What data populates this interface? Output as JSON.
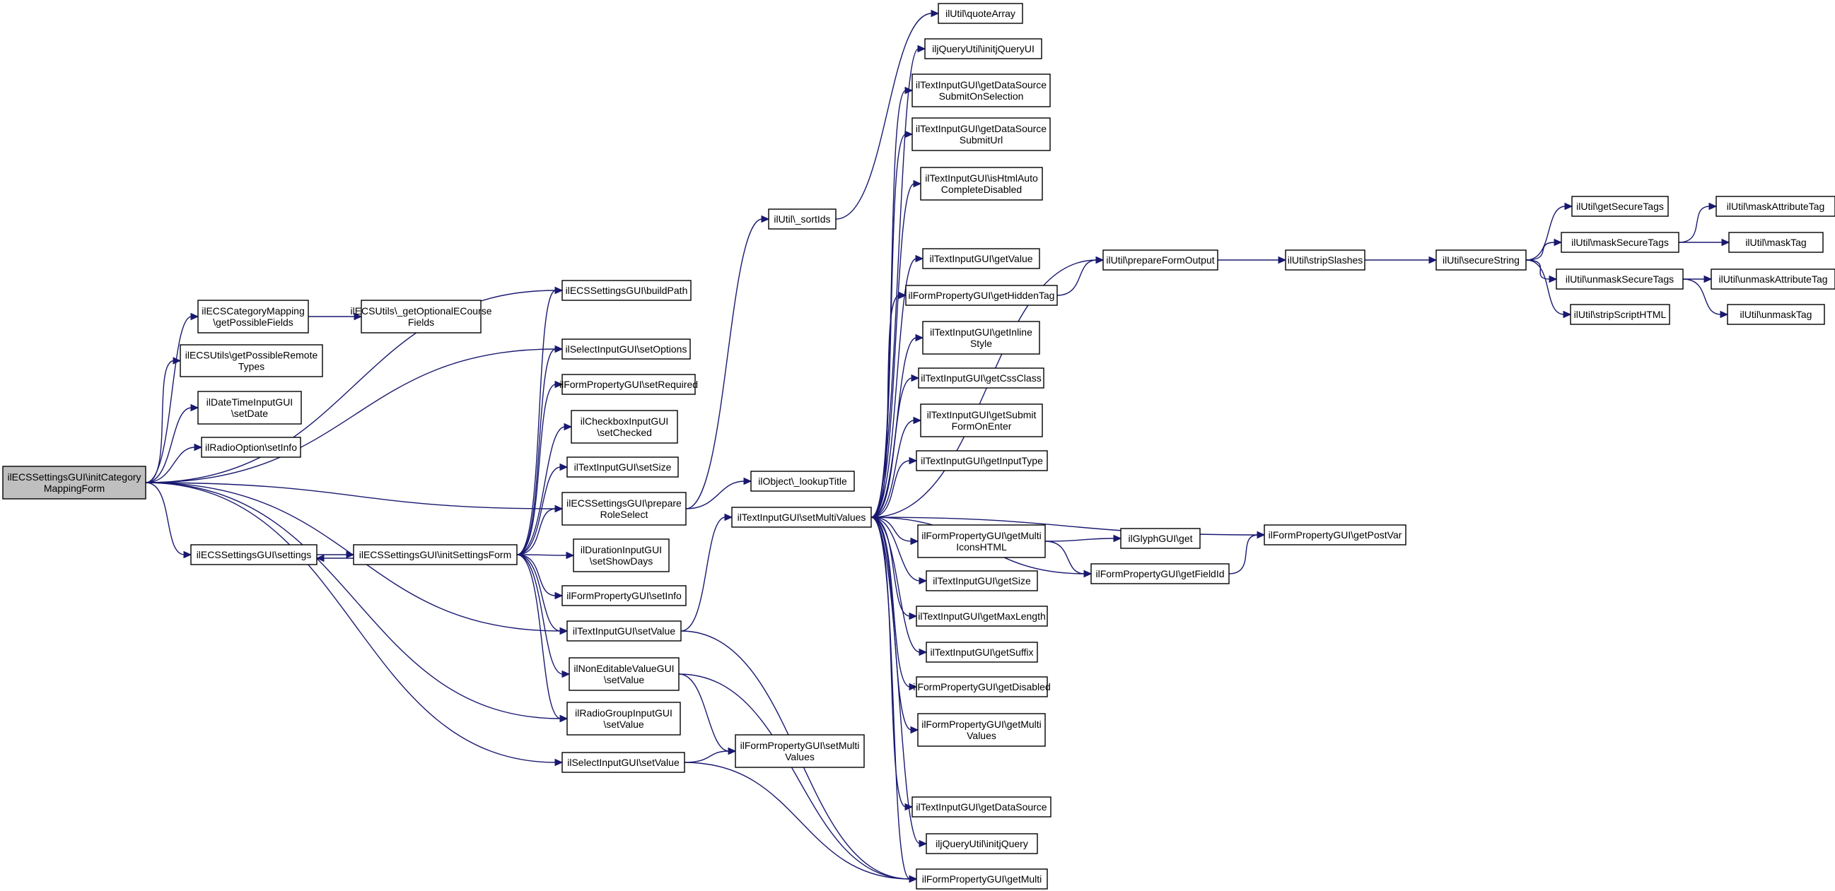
{
  "colors": {
    "edge": "#191970",
    "node_border": "#000000",
    "root_fill": "#bfbfbf",
    "node_fill": "#ffffff"
  },
  "nodes": [
    {
      "id": "root",
      "lines": [
        "ilECSSettingsGUI\\initCategory",
        "MappingForm"
      ],
      "root": true
    },
    {
      "id": "catMap",
      "lines": [
        "ilECSCategoryMapping",
        "\\getPossibleFields"
      ]
    },
    {
      "id": "getOptECourse",
      "lines": [
        "ilECSUtils\\_getOptionalECourse",
        "Fields"
      ]
    },
    {
      "id": "possRemote",
      "lines": [
        "ilECSUtils\\getPossibleRemote",
        "Types"
      ]
    },
    {
      "id": "dtSetDate",
      "lines": [
        "ilDateTimeInputGUI",
        "\\setDate"
      ]
    },
    {
      "id": "radioInfo",
      "lines": [
        "ilRadioOption\\setInfo"
      ]
    },
    {
      "id": "settings",
      "lines": [
        "ilECSSettingsGUI\\settings"
      ]
    },
    {
      "id": "initSettings",
      "lines": [
        "ilECSSettingsGUI\\initSettingsForm"
      ]
    },
    {
      "id": "selSetValue",
      "lines": [
        "ilSelectInputGUI\\setValue"
      ]
    },
    {
      "id": "buildPath",
      "lines": [
        "ilECSSettingsGUI\\buildPath"
      ]
    },
    {
      "id": "selSetOptions",
      "lines": [
        "ilSelectInputGUI\\setOptions"
      ]
    },
    {
      "id": "fpSetRequired",
      "lines": [
        "ilFormPropertyGUI\\setRequired"
      ]
    },
    {
      "id": "cbSetChecked",
      "lines": [
        "ilCheckboxInputGUI",
        "\\setChecked"
      ]
    },
    {
      "id": "tiSetSize",
      "lines": [
        "ilTextInputGUI\\setSize"
      ]
    },
    {
      "id": "prepRole",
      "lines": [
        "ilECSSettingsGUI\\prepare",
        "RoleSelect"
      ]
    },
    {
      "id": "durShowDays",
      "lines": [
        "ilDurationInputGUI",
        "\\setShowDays"
      ]
    },
    {
      "id": "fpSetInfo",
      "lines": [
        "ilFormPropertyGUI\\setInfo"
      ]
    },
    {
      "id": "tiSetValue",
      "lines": [
        "ilTextInputGUI\\setValue"
      ]
    },
    {
      "id": "neSetValue",
      "lines": [
        "ilNonEditableValueGUI",
        "\\setValue"
      ]
    },
    {
      "id": "rgSetValue",
      "lines": [
        "ilRadioGroupInputGUI",
        "\\setValue"
      ]
    },
    {
      "id": "sortIds",
      "lines": [
        "ilUtil\\_sortIds"
      ]
    },
    {
      "id": "lookupTitle",
      "lines": [
        "ilObject\\_lookupTitle"
      ]
    },
    {
      "id": "tiSetMulti",
      "lines": [
        "ilTextInputGUI\\setMultiValues"
      ]
    },
    {
      "id": "fpSetMulti",
      "lines": [
        "ilFormPropertyGUI\\setMulti",
        "Values"
      ]
    },
    {
      "id": "quoteArray",
      "lines": [
        "ilUtil\\quoteArray"
      ]
    },
    {
      "id": "initjQueryUI",
      "lines": [
        "iljQueryUtil\\initjQueryUI"
      ]
    },
    {
      "id": "dsSubmitSel",
      "lines": [
        "ilTextInputGUI\\getDataSource",
        "SubmitOnSelection"
      ]
    },
    {
      "id": "dsSubmitUrl",
      "lines": [
        "ilTextInputGUI\\getDataSource",
        "SubmitUrl"
      ]
    },
    {
      "id": "isHtmlAuto",
      "lines": [
        "ilTextInputGUI\\isHtmlAuto",
        "CompleteDisabled"
      ]
    },
    {
      "id": "getValue",
      "lines": [
        "ilTextInputGUI\\getValue"
      ]
    },
    {
      "id": "getHiddenTag",
      "lines": [
        "ilFormPropertyGUI\\getHiddenTag"
      ]
    },
    {
      "id": "getInlineStyle",
      "lines": [
        "ilTextInputGUI\\getInline",
        "Style"
      ]
    },
    {
      "id": "getCssClass",
      "lines": [
        "ilTextInputGUI\\getCssClass"
      ]
    },
    {
      "id": "getSubmitEnter",
      "lines": [
        "ilTextInputGUI\\getSubmit",
        "FormOnEnter"
      ]
    },
    {
      "id": "getInputType",
      "lines": [
        "ilTextInputGUI\\getInputType"
      ]
    },
    {
      "id": "getMultiIcons",
      "lines": [
        "ilFormPropertyGUI\\getMulti",
        "IconsHTML"
      ]
    },
    {
      "id": "getSize",
      "lines": [
        "ilTextInputGUI\\getSize"
      ]
    },
    {
      "id": "getMaxLength",
      "lines": [
        "ilTextInputGUI\\getMaxLength"
      ]
    },
    {
      "id": "getSuffix",
      "lines": [
        "ilTextInputGUI\\getSuffix"
      ]
    },
    {
      "id": "getDisabled",
      "lines": [
        "ilFormPropertyGUI\\getDisabled"
      ]
    },
    {
      "id": "getMultiValues",
      "lines": [
        "ilFormPropertyGUI\\getMulti",
        "Values"
      ]
    },
    {
      "id": "getDataSource",
      "lines": [
        "ilTextInputGUI\\getDataSource"
      ]
    },
    {
      "id": "initjQuery",
      "lines": [
        "iljQueryUtil\\initjQuery"
      ]
    },
    {
      "id": "getMulti",
      "lines": [
        "ilFormPropertyGUI\\getMulti"
      ]
    },
    {
      "id": "prepFormOut",
      "lines": [
        "ilUtil\\prepareFormOutput"
      ]
    },
    {
      "id": "glyphGet",
      "lines": [
        "ilGlyphGUI\\get"
      ]
    },
    {
      "id": "getFieldId",
      "lines": [
        "ilFormPropertyGUI\\getFieldId"
      ]
    },
    {
      "id": "getPostVar",
      "lines": [
        "ilFormPropertyGUI\\getPostVar"
      ]
    },
    {
      "id": "stripSlashes",
      "lines": [
        "ilUtil\\stripSlashes"
      ]
    },
    {
      "id": "secureString",
      "lines": [
        "ilUtil\\secureString"
      ]
    },
    {
      "id": "getSecureTags",
      "lines": [
        "ilUtil\\getSecureTags"
      ]
    },
    {
      "id": "maskSecureTags",
      "lines": [
        "ilUtil\\maskSecureTags"
      ]
    },
    {
      "id": "unmaskSecureTags",
      "lines": [
        "ilUtil\\unmaskSecureTags"
      ]
    },
    {
      "id": "stripScript",
      "lines": [
        "ilUtil\\stripScriptHTML"
      ]
    },
    {
      "id": "maskAttrTag",
      "lines": [
        "ilUtil\\maskAttributeTag"
      ]
    },
    {
      "id": "maskTag",
      "lines": [
        "ilUtil\\maskTag"
      ]
    },
    {
      "id": "unmaskAttrTag",
      "lines": [
        "ilUtil\\unmaskAttributeTag"
      ]
    },
    {
      "id": "unmaskTag",
      "lines": [
        "ilUtil\\unmaskTag"
      ]
    }
  ],
  "edges": [
    [
      "root",
      "buildPath"
    ],
    [
      "root",
      "catMap"
    ],
    [
      "root",
      "possRemote"
    ],
    [
      "root",
      "dtSetDate"
    ],
    [
      "root",
      "radioInfo"
    ],
    [
      "root",
      "selSetOptions"
    ],
    [
      "root",
      "prepRole"
    ],
    [
      "root",
      "settings"
    ],
    [
      "root",
      "tiSetValue"
    ],
    [
      "root",
      "rgSetValue"
    ],
    [
      "root",
      "selSetValue"
    ],
    [
      "catMap",
      "getOptECourse"
    ],
    [
      "settings",
      "initSettings"
    ],
    [
      "initSettings",
      "settings"
    ],
    [
      "initSettings",
      "buildPath"
    ],
    [
      "initSettings",
      "selSetOptions"
    ],
    [
      "initSettings",
      "fpSetRequired"
    ],
    [
      "initSettings",
      "cbSetChecked"
    ],
    [
      "initSettings",
      "tiSetSize"
    ],
    [
      "initSettings",
      "prepRole"
    ],
    [
      "initSettings",
      "durShowDays"
    ],
    [
      "initSettings",
      "fpSetInfo"
    ],
    [
      "initSettings",
      "tiSetValue"
    ],
    [
      "initSettings",
      "neSetValue"
    ],
    [
      "initSettings",
      "rgSetValue"
    ],
    [
      "prepRole",
      "sortIds"
    ],
    [
      "prepRole",
      "lookupTitle"
    ],
    [
      "sortIds",
      "quoteArray"
    ],
    [
      "tiSetValue",
      "tiSetMulti"
    ],
    [
      "tiSetValue",
      "getMulti"
    ],
    [
      "neSetValue",
      "fpSetMulti"
    ],
    [
      "neSetValue",
      "getMulti"
    ],
    [
      "selSetValue",
      "fpSetMulti"
    ],
    [
      "selSetValue",
      "getMulti"
    ],
    [
      "tiSetMulti",
      "initjQueryUI"
    ],
    [
      "tiSetMulti",
      "dsSubmitSel"
    ],
    [
      "tiSetMulti",
      "dsSubmitUrl"
    ],
    [
      "tiSetMulti",
      "isHtmlAuto"
    ],
    [
      "tiSetMulti",
      "prepFormOut"
    ],
    [
      "tiSetMulti",
      "getValue"
    ],
    [
      "tiSetMulti",
      "getHiddenTag"
    ],
    [
      "tiSetMulti",
      "getInlineStyle"
    ],
    [
      "tiSetMulti",
      "getCssClass"
    ],
    [
      "tiSetMulti",
      "getSubmitEnter"
    ],
    [
      "tiSetMulti",
      "getInputType"
    ],
    [
      "tiSetMulti",
      "getPostVar"
    ],
    [
      "tiSetMulti",
      "getMultiIcons"
    ],
    [
      "tiSetMulti",
      "getSize"
    ],
    [
      "tiSetMulti",
      "getMaxLength"
    ],
    [
      "tiSetMulti",
      "getSuffix"
    ],
    [
      "tiSetMulti",
      "getDisabled"
    ],
    [
      "tiSetMulti",
      "getMultiValues"
    ],
    [
      "tiSetMulti",
      "getFieldId"
    ],
    [
      "tiSetMulti",
      "getDataSource"
    ],
    [
      "tiSetMulti",
      "initjQuery"
    ],
    [
      "tiSetMulti",
      "getMulti"
    ],
    [
      "getHiddenTag",
      "prepFormOut"
    ],
    [
      "getMultiIcons",
      "glyphGet"
    ],
    [
      "getMultiIcons",
      "getFieldId"
    ],
    [
      "getFieldId",
      "getPostVar"
    ],
    [
      "prepFormOut",
      "stripSlashes"
    ],
    [
      "stripSlashes",
      "secureString"
    ],
    [
      "secureString",
      "getSecureTags"
    ],
    [
      "secureString",
      "maskSecureTags"
    ],
    [
      "secureString",
      "unmaskSecureTags"
    ],
    [
      "secureString",
      "stripScript"
    ],
    [
      "maskSecureTags",
      "maskAttrTag"
    ],
    [
      "maskSecureTags",
      "maskTag"
    ],
    [
      "unmaskSecureTags",
      "unmaskAttrTag"
    ],
    [
      "unmaskSecureTags",
      "unmaskTag"
    ]
  ]
}
